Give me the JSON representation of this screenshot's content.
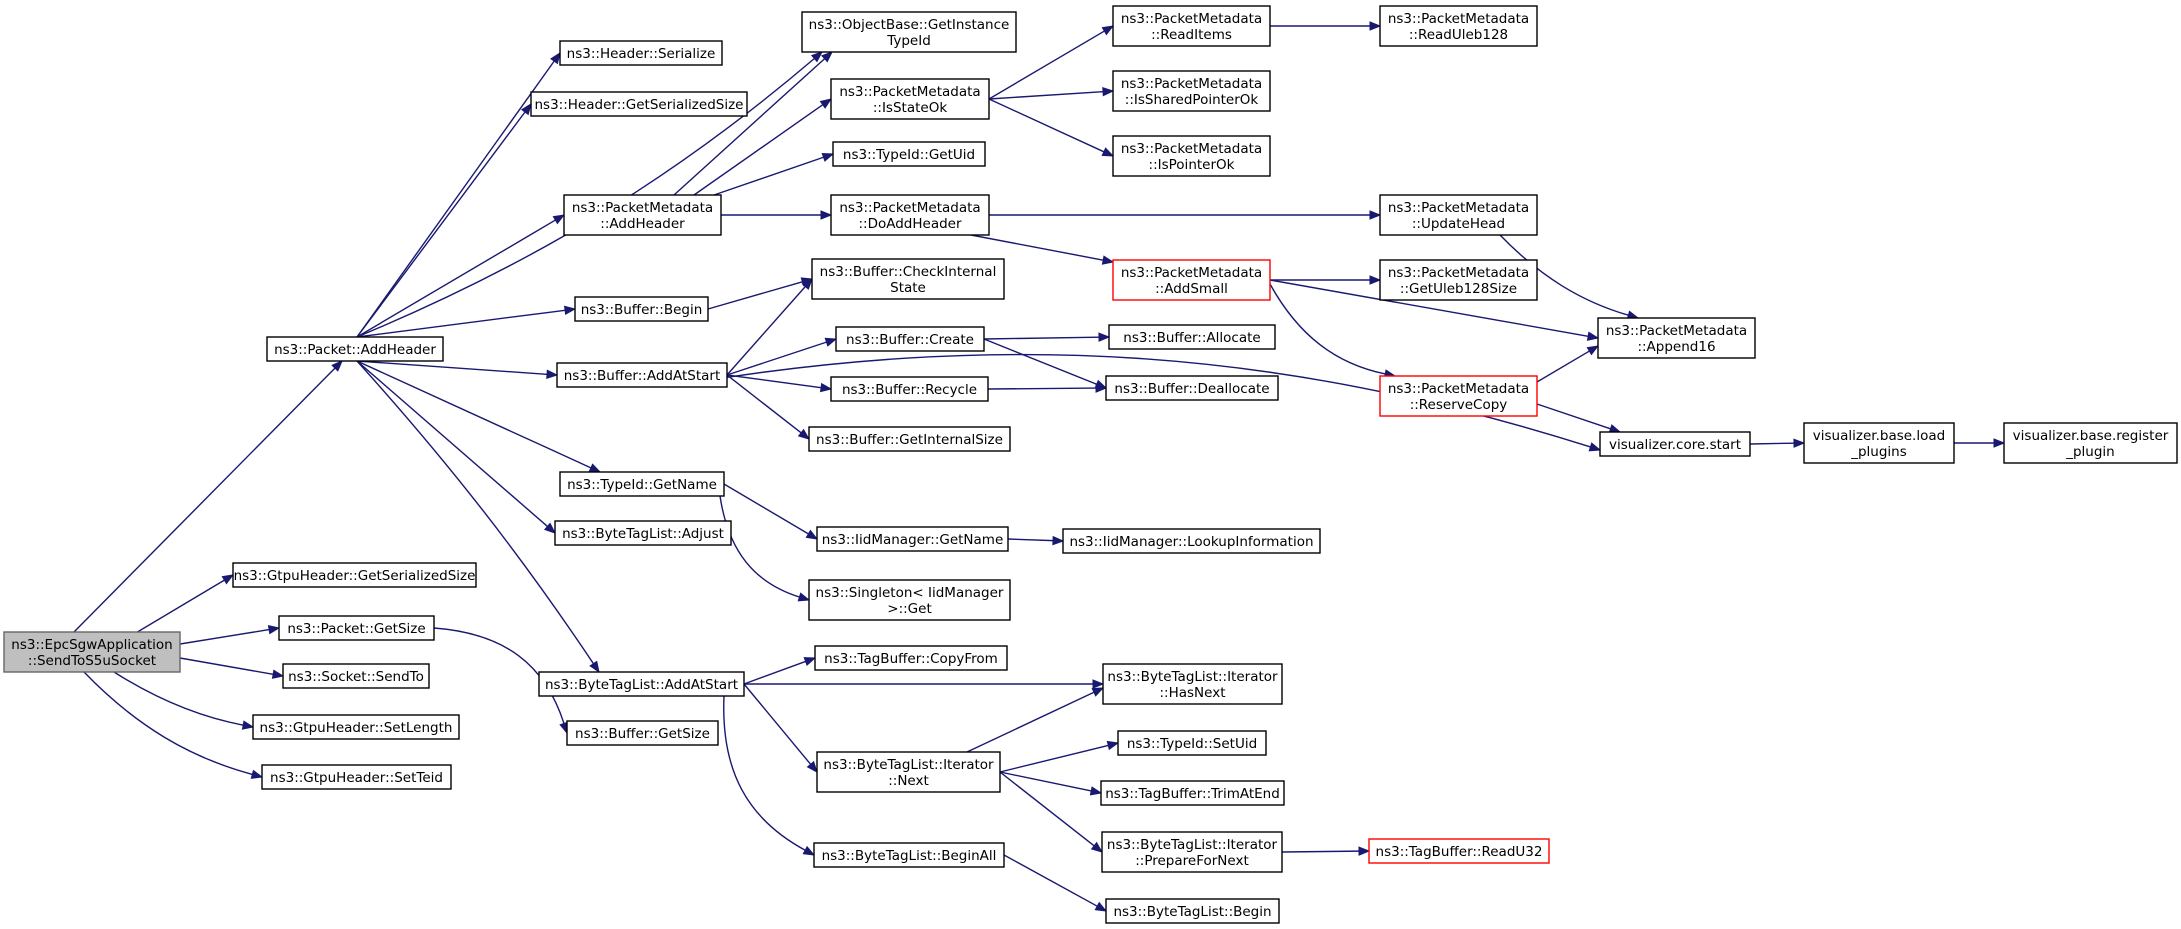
{
  "nodes": {
    "send_to_s5u": [
      "ns3::EpcSgwApplication",
      "::SendToS5uSocket"
    ],
    "packet_add_header": [
      "ns3::Packet::AddHeader"
    ],
    "gtpu_get_serialized_size": [
      "ns3::GtpuHeader::GetSerializedSize"
    ],
    "packet_get_size": [
      "ns3::Packet::GetSize"
    ],
    "socket_send_to": [
      "ns3::Socket::SendTo"
    ],
    "gtpu_set_length": [
      "ns3::GtpuHeader::SetLength"
    ],
    "gtpu_set_teid": [
      "ns3::GtpuHeader::SetTeid"
    ],
    "header_serialize": [
      "ns3::Header::Serialize"
    ],
    "header_get_serialized_size": [
      "ns3::Header::GetSerializedSize"
    ],
    "pm_add_header": [
      "ns3::PacketMetadata",
      "::AddHeader"
    ],
    "buffer_begin": [
      "ns3::Buffer::Begin"
    ],
    "buffer_add_at_start": [
      "ns3::Buffer::AddAtStart"
    ],
    "typeid_get_name": [
      "ns3::TypeId::GetName"
    ],
    "btl_adjust": [
      "ns3::ByteTagList::Adjust"
    ],
    "btl_add_at_start": [
      "ns3::ByteTagList::AddAtStart"
    ],
    "buffer_get_size": [
      "ns3::Buffer::GetSize"
    ],
    "objectbase_get_instance_typeid": [
      "ns3::ObjectBase::GetInstance",
      "TypeId"
    ],
    "pm_is_state_ok": [
      "ns3::PacketMetadata",
      "::IsStateOk"
    ],
    "typeid_get_uid": [
      "ns3::TypeId::GetUid"
    ],
    "pm_do_add_header": [
      "ns3::PacketMetadata",
      "::DoAddHeader"
    ],
    "buffer_check_internal_state": [
      "ns3::Buffer::CheckInternal",
      "State"
    ],
    "buffer_create": [
      "ns3::Buffer::Create"
    ],
    "buffer_recycle": [
      "ns3::Buffer::Recycle"
    ],
    "buffer_get_internal_size": [
      "ns3::Buffer::GetInternalSize"
    ],
    "iid_get_name": [
      "ns3::IidManager::GetName"
    ],
    "singleton_get": [
      "ns3::Singleton< IidManager",
      ">::Get"
    ],
    "tagbuffer_copy_from": [
      "ns3::TagBuffer::CopyFrom"
    ],
    "btl_iter_next": [
      "ns3::ByteTagList::Iterator",
      "::Next"
    ],
    "btl_begin_all": [
      "ns3::ByteTagList::BeginAll"
    ],
    "pm_read_items": [
      "ns3::PacketMetadata",
      "::ReadItems"
    ],
    "pm_is_shared_pointer_ok": [
      "ns3::PacketMetadata",
      "::IsSharedPointerOk"
    ],
    "pm_is_pointer_ok": [
      "ns3::PacketMetadata",
      "::IsPointerOk"
    ],
    "pm_add_small": [
      "ns3::PacketMetadata",
      "::AddSmall"
    ],
    "buffer_allocate": [
      "ns3::Buffer::Allocate"
    ],
    "buffer_deallocate": [
      "ns3::Buffer::Deallocate"
    ],
    "iid_lookup_information": [
      "ns3::IidManager::LookupInformation"
    ],
    "btl_iter_has_next": [
      "ns3::ByteTagList::Iterator",
      "::HasNext"
    ],
    "typeid_set_uid": [
      "ns3::TypeId::SetUid"
    ],
    "tagbuffer_trim_at_end": [
      "ns3::TagBuffer::TrimAtEnd"
    ],
    "btl_iter_prepare_for_next": [
      "ns3::ByteTagList::Iterator",
      "::PrepareForNext"
    ],
    "btl_begin": [
      "ns3::ByteTagList::Begin"
    ],
    "pm_read_uleb128": [
      "ns3::PacketMetadata",
      "::ReadUleb128"
    ],
    "pm_update_head": [
      "ns3::PacketMetadata",
      "::UpdateHead"
    ],
    "pm_get_uleb128_size": [
      "ns3::PacketMetadata",
      "::GetUleb128Size"
    ],
    "pm_reserve_copy": [
      "ns3::PacketMetadata",
      "::ReserveCopy"
    ],
    "tagbuffer_read_u32": [
      "ns3::TagBuffer::ReadU32"
    ],
    "pm_append16": [
      "ns3::PacketMetadata",
      "::Append16"
    ],
    "viz_core_start": [
      "visualizer.core.start"
    ],
    "viz_base_load_plugins": [
      "visualizer.base.load",
      "_plugins"
    ],
    "viz_base_register_plugin": [
      "visualizer.base.register",
      "_plugin"
    ]
  },
  "styles": {
    "root_fill": "#bfbfbf",
    "truncated_border": "#ff0000",
    "edge_color": "#191970"
  },
  "edges": [
    [
      "send_to_s5u",
      "packet_add_header"
    ],
    [
      "send_to_s5u",
      "gtpu_get_serialized_size"
    ],
    [
      "send_to_s5u",
      "packet_get_size"
    ],
    [
      "send_to_s5u",
      "socket_send_to"
    ],
    [
      "send_to_s5u",
      "gtpu_set_length"
    ],
    [
      "send_to_s5u",
      "gtpu_set_teid"
    ],
    [
      "packet_add_header",
      "header_serialize"
    ],
    [
      "packet_add_header",
      "header_get_serialized_size"
    ],
    [
      "packet_add_header",
      "pm_add_header"
    ],
    [
      "packet_add_header",
      "buffer_begin"
    ],
    [
      "packet_add_header",
      "buffer_add_at_start"
    ],
    [
      "packet_add_header",
      "typeid_get_name"
    ],
    [
      "packet_add_header",
      "btl_adjust"
    ],
    [
      "packet_add_header",
      "btl_add_at_start"
    ],
    [
      "packet_add_header",
      "objectbase_get_instance_typeid"
    ],
    [
      "packet_get_size",
      "buffer_get_size"
    ],
    [
      "pm_add_header",
      "objectbase_get_instance_typeid"
    ],
    [
      "pm_add_header",
      "pm_is_state_ok"
    ],
    [
      "pm_add_header",
      "typeid_get_uid"
    ],
    [
      "pm_add_header",
      "pm_do_add_header"
    ],
    [
      "buffer_begin",
      "buffer_check_internal_state"
    ],
    [
      "buffer_add_at_start",
      "buffer_check_internal_state"
    ],
    [
      "buffer_add_at_start",
      "buffer_create"
    ],
    [
      "buffer_add_at_start",
      "buffer_recycle"
    ],
    [
      "buffer_add_at_start",
      "buffer_get_internal_size"
    ],
    [
      "buffer_add_at_start",
      "viz_core_start"
    ],
    [
      "typeid_get_name",
      "iid_get_name"
    ],
    [
      "typeid_get_name",
      "singleton_get"
    ],
    [
      "btl_add_at_start",
      "tagbuffer_copy_from"
    ],
    [
      "btl_add_at_start",
      "btl_iter_has_next"
    ],
    [
      "btl_add_at_start",
      "btl_iter_next"
    ],
    [
      "btl_add_at_start",
      "btl_begin_all"
    ],
    [
      "pm_is_state_ok",
      "pm_read_items"
    ],
    [
      "pm_is_state_ok",
      "pm_is_shared_pointer_ok"
    ],
    [
      "pm_is_state_ok",
      "pm_is_pointer_ok"
    ],
    [
      "pm_do_add_header",
      "pm_update_head"
    ],
    [
      "pm_do_add_header",
      "pm_add_small"
    ],
    [
      "buffer_create",
      "buffer_allocate"
    ],
    [
      "buffer_create",
      "buffer_deallocate"
    ],
    [
      "buffer_recycle",
      "buffer_deallocate"
    ],
    [
      "iid_get_name",
      "iid_lookup_information"
    ],
    [
      "btl_iter_next",
      "btl_iter_has_next"
    ],
    [
      "btl_iter_next",
      "typeid_set_uid"
    ],
    [
      "btl_iter_next",
      "tagbuffer_trim_at_end"
    ],
    [
      "btl_iter_next",
      "btl_iter_prepare_for_next"
    ],
    [
      "btl_begin_all",
      "btl_begin"
    ],
    [
      "pm_read_items",
      "pm_read_uleb128"
    ],
    [
      "pm_add_small",
      "pm_get_uleb128_size"
    ],
    [
      "pm_add_small",
      "pm_append16"
    ],
    [
      "pm_add_small",
      "pm_reserve_copy"
    ],
    [
      "pm_update_head",
      "pm_append16"
    ],
    [
      "pm_reserve_copy",
      "pm_append16"
    ],
    [
      "pm_reserve_copy",
      "viz_core_start"
    ],
    [
      "btl_iter_prepare_for_next",
      "tagbuffer_read_u32"
    ],
    [
      "viz_core_start",
      "viz_base_load_plugins"
    ],
    [
      "viz_base_load_plugins",
      "viz_base_register_plugin"
    ]
  ]
}
